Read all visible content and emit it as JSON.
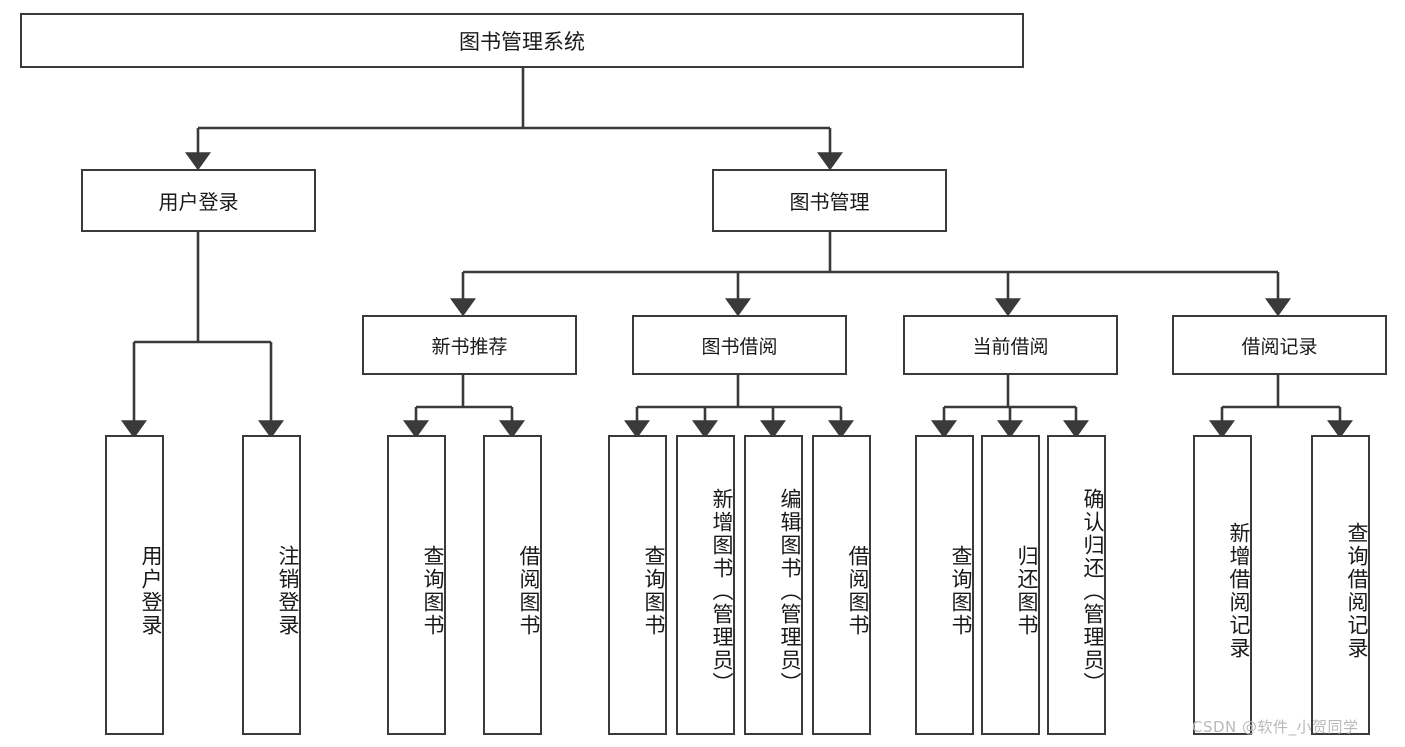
{
  "diagram": {
    "title": "图书管理系统",
    "watermark": "CSDN @软件_小贺同学",
    "accent_color": "#3a3a3a",
    "background_color": "#ffffff",
    "nodes": {
      "root": "图书管理系统",
      "level1": [
        "用户登录",
        "图书管理"
      ],
      "level2": [
        "新书推荐",
        "图书借阅",
        "当前借阅",
        "借阅记录"
      ],
      "leaves": {
        "user_login": [
          "用户登录",
          "注销登录"
        ],
        "new_book_recommend": [
          "查询图书",
          "借阅图书"
        ],
        "book_borrow": [
          "查询图书",
          "新增图书（管理员）",
          "编辑图书（管理员）",
          "借阅图书"
        ],
        "current_borrow": [
          "查询图书",
          "归还图书",
          "确认归还（管理员）"
        ],
        "borrow_record": [
          "新增借阅记录",
          "查询借阅记录"
        ]
      }
    }
  }
}
